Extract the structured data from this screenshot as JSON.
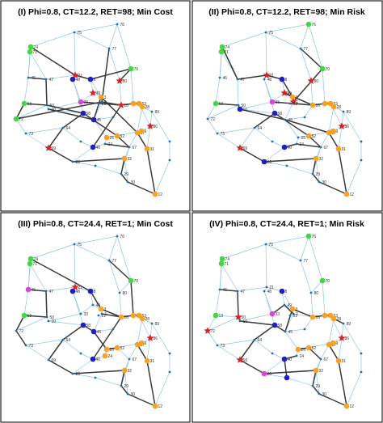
{
  "panels": [
    {
      "title": "(I) Phi=0.8, CT=12.2, RET=98; Min Cost"
    },
    {
      "title": "(II) Phi=0.8, CT=12.2, RET=98; Min Risk"
    },
    {
      "title": "(III) Phi=0.8, CT=24.4, RET=1; Min Cost"
    },
    {
      "title": "(IV) Phi=0.8, CT=24.4, RET=1; Min Risk"
    }
  ],
  "colors": {
    "blue_edge": "#8ec5ea",
    "black_edge": "#3a3a3a",
    "node_small": "#1a6fb5",
    "green": "#3ddc3d",
    "orange": "#ff9f1c",
    "blue": "#1c1cd0",
    "magenta": "#e040e0",
    "red": "#e02020",
    "black": "#111111"
  },
  "node_labels": {
    "n75": "75",
    "n76": "76",
    "n74": "74",
    "n71": "71",
    "n77": "77",
    "n70": "70",
    "n46": "46",
    "n47": "47",
    "n8": "8",
    "n48": "48",
    "n49": "49",
    "n50": "50",
    "n64": "64",
    "n58": "58",
    "n72": "72",
    "n73": "73",
    "n69": "69",
    "n67": "67",
    "n40": "40",
    "n32": "32",
    "n26": "26",
    "n29": "29",
    "n30": "30",
    "n12": "12",
    "n21": "21",
    "n80": "80",
    "n3": "3",
    "n1": "1",
    "n33": "33",
    "n13": "13",
    "n81": "81",
    "n10": "10",
    "n16": "16",
    "n54": "54",
    "n53": "53",
    "n28": "28",
    "n89": "89",
    "n45": "45",
    "n87": "87",
    "n31": "31",
    "n52": "52",
    "n25": "25",
    "n24": "24",
    "n86": "86",
    "n9": "9"
  }
}
